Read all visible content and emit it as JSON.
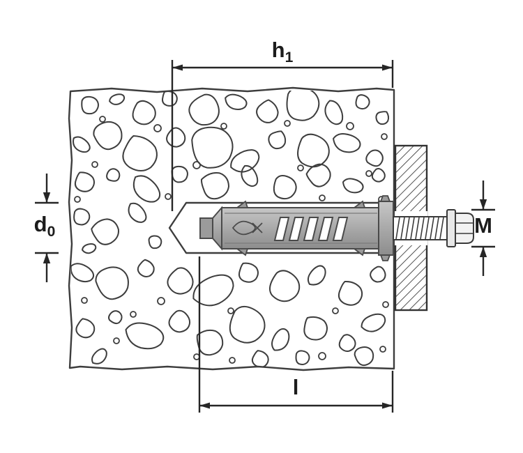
{
  "diagram": {
    "labels": {
      "h1": {
        "base": "h",
        "sub": "1"
      },
      "d0": {
        "base": "d",
        "sub": "0"
      },
      "m": {
        "text": "M"
      },
      "l": {
        "text": "l"
      }
    }
  }
}
